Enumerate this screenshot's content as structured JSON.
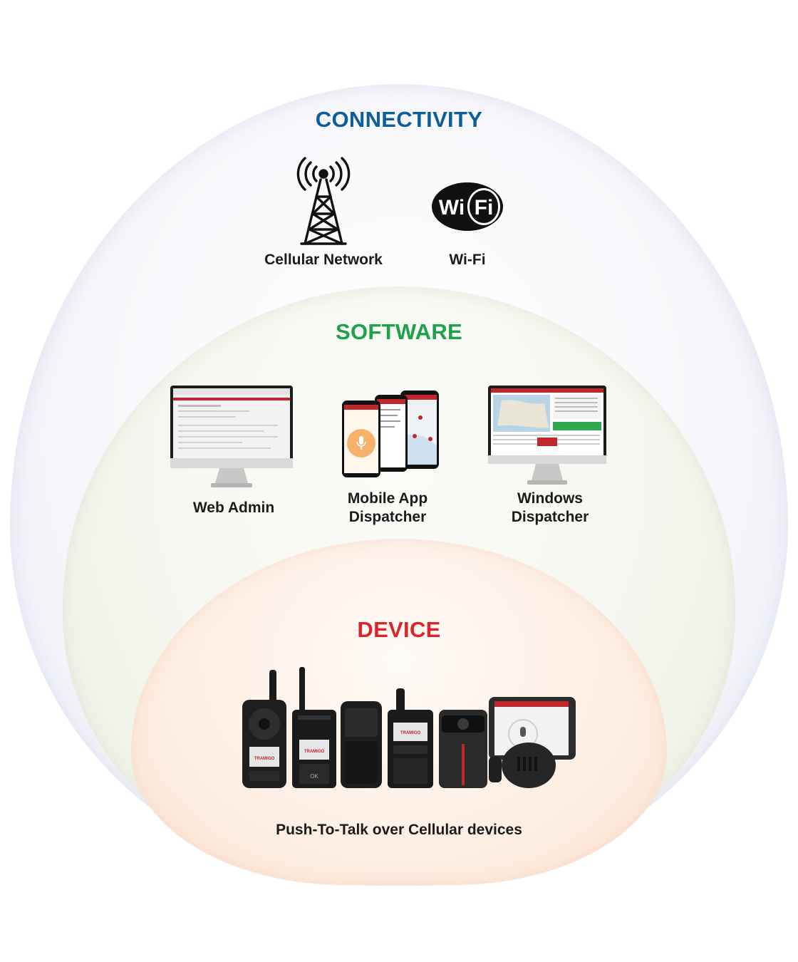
{
  "connectivity": {
    "title": "CONNECTIVITY",
    "title_color": "#0c5e9b",
    "items": [
      {
        "icon": "cell-tower-icon",
        "label": "Cellular Network"
      },
      {
        "icon": "wifi-logo-icon",
        "label": "Wi-Fi",
        "logo_text": "WiFi"
      }
    ]
  },
  "software": {
    "title": "SOFTWARE",
    "title_color": "#1fa04a",
    "items": [
      {
        "icon": "monitor-icon",
        "label": "Web Admin"
      },
      {
        "icon": "phones-icon",
        "label_line1": "Mobile App",
        "label_line2": "Dispatcher"
      },
      {
        "icon": "monitor-map-icon",
        "label_line1": "Windows",
        "label_line2": "Dispatcher"
      }
    ]
  },
  "device": {
    "title": "DEVICE",
    "title_color": "#d9262c",
    "caption": "Push-To-Talk over Cellular devices",
    "brand": "TRAMIGO",
    "ok_key": "OK"
  }
}
